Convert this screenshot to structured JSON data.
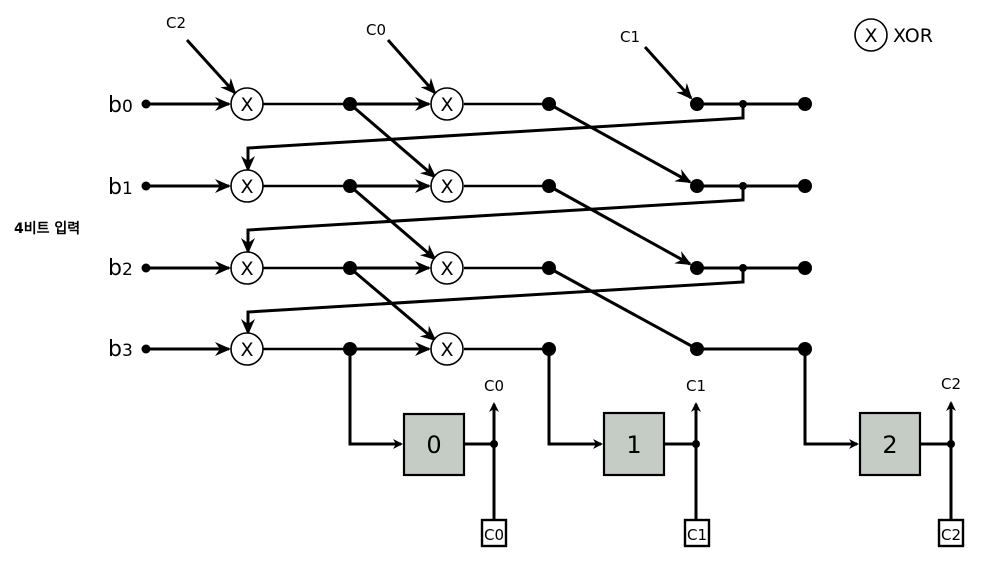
{
  "legend": {
    "symbol": "X",
    "label": "XOR"
  },
  "input_group_label": "4비트 입력",
  "inputs": [
    {
      "name": "b",
      "index": "0"
    },
    {
      "name": "b",
      "index": "1"
    },
    {
      "name": "b",
      "index": "2"
    },
    {
      "name": "b",
      "index": "3"
    }
  ],
  "gate_symbol": "X",
  "top_feedback_labels": [
    "C2",
    "C0",
    "C1"
  ],
  "registers": [
    {
      "label": "0",
      "out_label": "C0",
      "box_label": "C0"
    },
    {
      "label": "1",
      "out_label": "C1",
      "box_label": "C1"
    },
    {
      "label": "2",
      "out_label": "C2",
      "box_label": "C2"
    }
  ],
  "colors": {
    "register_fill": "#c5cbc5",
    "line": "#000000"
  }
}
